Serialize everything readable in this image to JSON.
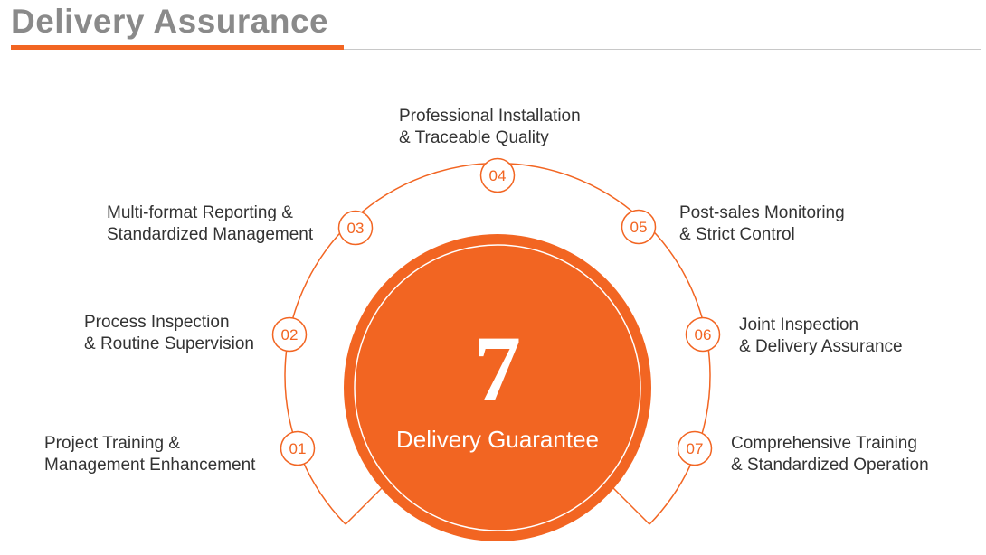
{
  "header": {
    "title": "Delivery Assurance"
  },
  "center": {
    "number": "7",
    "caption": "Delivery Guarantee"
  },
  "steps": [
    {
      "number": "01",
      "line1": "Project Training &",
      "line2": "Management Enhancement"
    },
    {
      "number": "02",
      "line1": "Process Inspection",
      "line2": "& Routine Supervision"
    },
    {
      "number": "03",
      "line1": "Multi-format Reporting &",
      "line2": "Standardized Management"
    },
    {
      "number": "04",
      "line1": "Professional Installation",
      "line2": "& Traceable Quality"
    },
    {
      "number": "05",
      "line1": "Post-sales Monitoring",
      "line2": "& Strict Control"
    },
    {
      "number": "06",
      "line1": "Joint Inspection",
      "line2": "& Delivery Assurance"
    },
    {
      "number": "07",
      "line1": "Comprehensive Training",
      "line2": "& Standardized Operation"
    }
  ],
  "colors": {
    "accent": "#f26522",
    "text": "#333333",
    "title": "#8a8a8a"
  }
}
